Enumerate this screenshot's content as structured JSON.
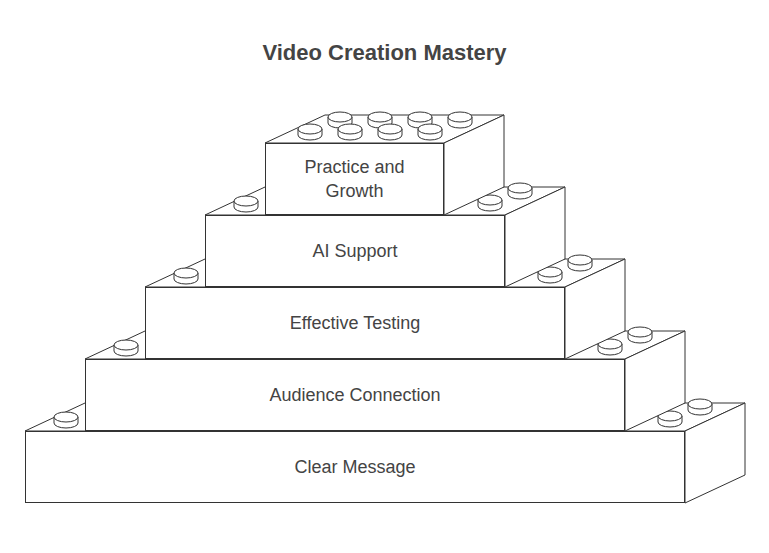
{
  "diagram": {
    "title": "Video Creation Mastery",
    "nodes": [
      {
        "text": [
          "Practice and Growth"
        ]
      },
      {
        "text": [
          "AI Support"
        ]
      },
      {
        "text": [
          "Effective Testing"
        ]
      },
      {
        "text": [
          "Audience Connection"
        ]
      },
      {
        "text": [
          "Clear Message"
        ]
      }
    ]
  }
}
